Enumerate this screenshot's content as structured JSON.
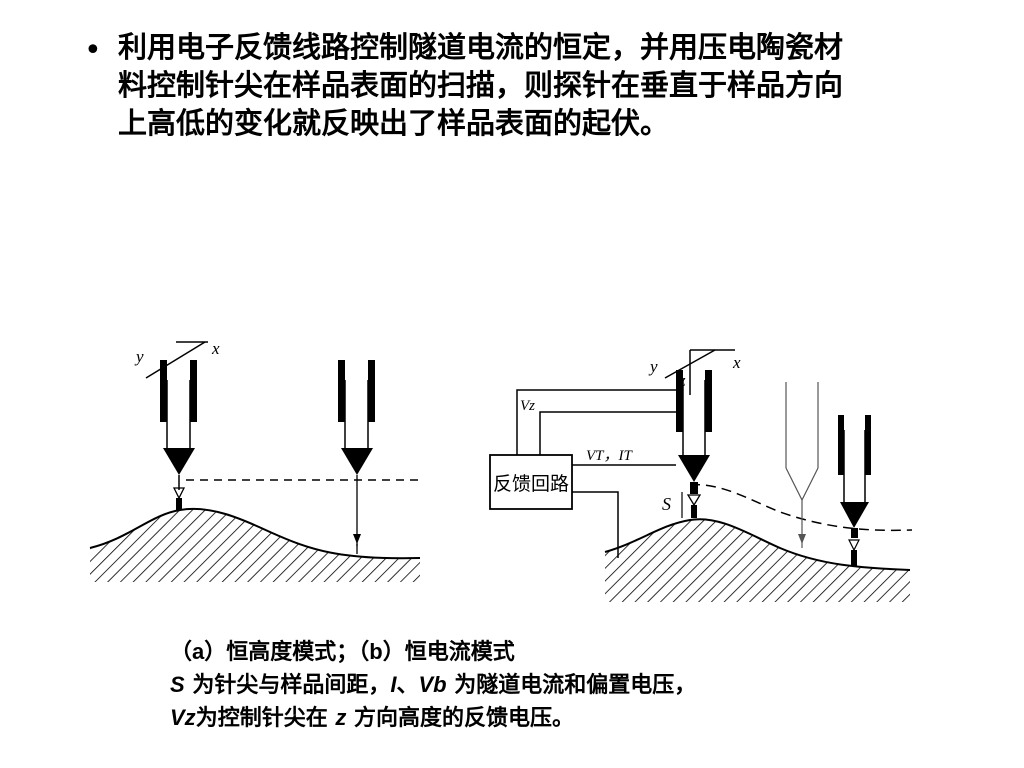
{
  "bullet": {
    "symbol": "•",
    "lines": [
      "利用电子反馈线路控制隧道电流的恒定，并用压电陶瓷材",
      "料控制针尖在样品表面的扫描，则探针在垂直于样品方向",
      "上高低的变化就反映出了样品表面的起伏。"
    ]
  },
  "diagram": {
    "left": {
      "axis_x": "x",
      "axis_y": "y"
    },
    "right": {
      "axis_x": "x",
      "axis_y": "y",
      "axis_z": "z",
      "feedback_box": "反馈回路",
      "vz_label": "Vz",
      "vt_label": "VT，IT",
      "s_label": "S"
    }
  },
  "caption": {
    "line1": {
      "open_a": "（",
      "a": "a",
      "a_rest": "）恒高度模式；（",
      "b": "b",
      "b_rest": "）恒电流模式"
    },
    "line2": {
      "s": "S",
      "s_rest": " 为针尖与样品间距，",
      "i": "I",
      "sep": "、",
      "vb": "Vb",
      "vb_rest": " 为隧道电流和偏置电压，"
    },
    "line3": {
      "vz": "Vz",
      "vz_rest": "为控制针尖在 ",
      "z": "z",
      "z_rest": " 方向高度的反馈电压。"
    }
  },
  "colors": {
    "ink": "#000000",
    "background": "#ffffff"
  }
}
